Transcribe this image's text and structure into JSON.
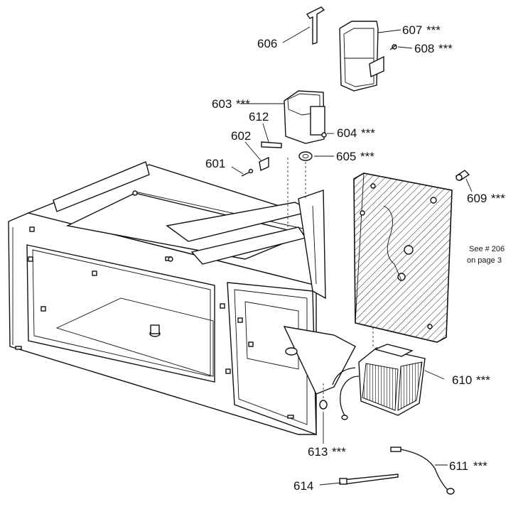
{
  "diagram": {
    "type": "exploded parts diagram",
    "labels": [
      {
        "id": "606",
        "text": "606",
        "stars": ""
      },
      {
        "id": "607",
        "text": "607",
        "stars": "***"
      },
      {
        "id": "608",
        "text": "608",
        "stars": "***"
      },
      {
        "id": "603",
        "text": "603",
        "stars": "***"
      },
      {
        "id": "612",
        "text": "612",
        "stars": ""
      },
      {
        "id": "604",
        "text": "604",
        "stars": "***"
      },
      {
        "id": "602",
        "text": "602",
        "stars": ""
      },
      {
        "id": "605",
        "text": "605",
        "stars": "***"
      },
      {
        "id": "601",
        "text": "601",
        "stars": ""
      },
      {
        "id": "609",
        "text": "609",
        "stars": "***"
      },
      {
        "id": "610",
        "text": "610",
        "stars": "***"
      },
      {
        "id": "613",
        "text": "613",
        "stars": "***"
      },
      {
        "id": "611",
        "text": "611",
        "stars": "***"
      },
      {
        "id": "614",
        "text": "614",
        "stars": ""
      }
    ],
    "note": {
      "line1": "See # 206",
      "line2": "on page 3"
    }
  }
}
